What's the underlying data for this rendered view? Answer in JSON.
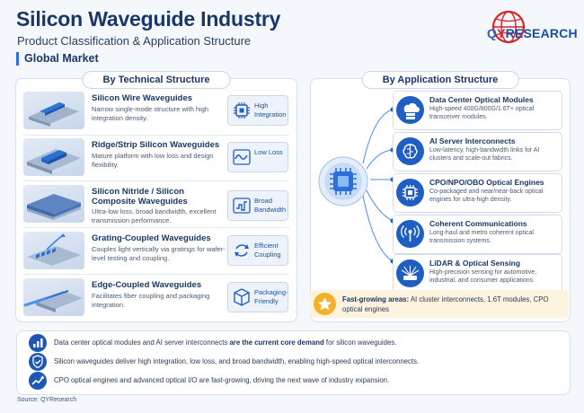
{
  "header": {
    "title": "Silicon Waveguide Industry",
    "subtitle": "Product Classification & Application Structure",
    "market": "Global Market",
    "logo_q": "Q",
    "logo_y": "Y",
    "logo_rest": "RESEARCH"
  },
  "left": {
    "heading": "By Technical Structure",
    "items": [
      {
        "name": "Silicon Wire Waveguides",
        "desc": "Narrow single-mode structure with high integration density.",
        "badge": "High Integration",
        "badge_icon": "chip-icon"
      },
      {
        "name": "Ridge/Strip Silicon Waveguides",
        "desc": "Mature platform with low loss and design flexibility.",
        "badge": "Low Loss",
        "badge_icon": "wave-icon"
      },
      {
        "name": "Silicon Nitride / Silicon Composite Waveguides",
        "desc": "Ultra-low loss, broad bandwidth, excellent transmission performance.",
        "badge": "Broad Bandwidth",
        "badge_icon": "bandwidth-icon"
      },
      {
        "name": "Grating-Coupled Waveguides",
        "desc": "Couples light vertically via gratings for wafer-level testing and coupling.",
        "badge": "Efficient Coupling",
        "badge_icon": "cycle-icon"
      },
      {
        "name": "Edge-Coupled Waveguides",
        "desc": "Facilitates fiber coupling and packaging integration.",
        "badge": "Packaging-Friendly",
        "badge_icon": "package-icon"
      }
    ]
  },
  "right": {
    "heading": "By Application Structure",
    "items": [
      {
        "name": "Data Center Optical Modules",
        "desc": "High-speed 400G/800G/1.6T+ optical transceiver modules.",
        "icon": "cloud-server-icon"
      },
      {
        "name": "AI Server Interconnects",
        "desc": "Low-latency, high-bandwidth links for AI clusters and scale-out fabrics.",
        "icon": "brain-icon"
      },
      {
        "name": "CPO/NPO/OBO Optical Engines",
        "desc": "Co-packaged and near/near-back optical engines for ultra-high density.",
        "icon": "processor-icon"
      },
      {
        "name": "Coherent Communications",
        "desc": "Long-haul and metro coherent optical transmission systems.",
        "icon": "antenna-icon"
      },
      {
        "name": "LiDAR & Optical Sensing",
        "desc": "High-precision sensing for automotive, industrial, and consumer applications.",
        "icon": "lidar-icon"
      }
    ],
    "fast_label": "Fast-growing areas:",
    "fast_text": "AI cluster interconnects, 1.6T modules, CPO optical engines"
  },
  "notes": [
    {
      "pre": "Data center optical modules and AI server interconnects ",
      "bold": "are the current core demand",
      "post": " for silicon waveguides.",
      "icon": "bar-chart-icon"
    },
    {
      "pre": "Silicon waveguides deliver high integration, low loss, and broad bandwidth, enabling high-speed optical interconnects.",
      "bold": "",
      "post": "",
      "icon": "check-shield-icon"
    },
    {
      "pre": "CPO optical engines and advanced optical I/O are fast-growing, driving the next wave of industry expansion.",
      "bold": "",
      "post": "",
      "icon": "trend-up-icon"
    }
  ],
  "source": "Source: QYResearch",
  "colors": {
    "primary": "#1a3768",
    "accent": "#1f5fc4",
    "highlight": "#f3b12a"
  }
}
